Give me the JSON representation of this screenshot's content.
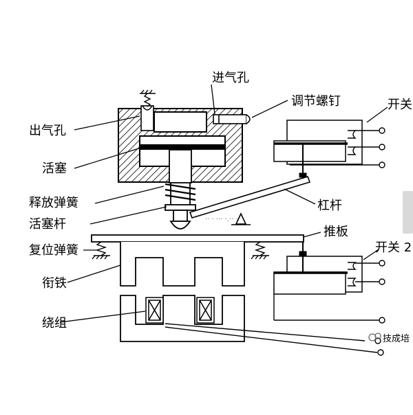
{
  "labels": {
    "air_inlet": "进气孔",
    "adjust_screw": "调节螺钉",
    "switch1": "开关",
    "air_outlet": "出气孔",
    "piston": "活塞",
    "release_spring": "释放弹簧",
    "piston_rod": "活塞杆",
    "lever": "杠杆",
    "push_plate": "推板",
    "switch2": "开关 2",
    "return_spring": "复位弹簧",
    "armature": "衔铁",
    "coil": "绕组",
    "watermark": "技成培"
  },
  "colors": {
    "line": "#000000",
    "background": "#ffffff",
    "side_tab": "#d9d9d9",
    "watermark": "#6a6a6a"
  }
}
